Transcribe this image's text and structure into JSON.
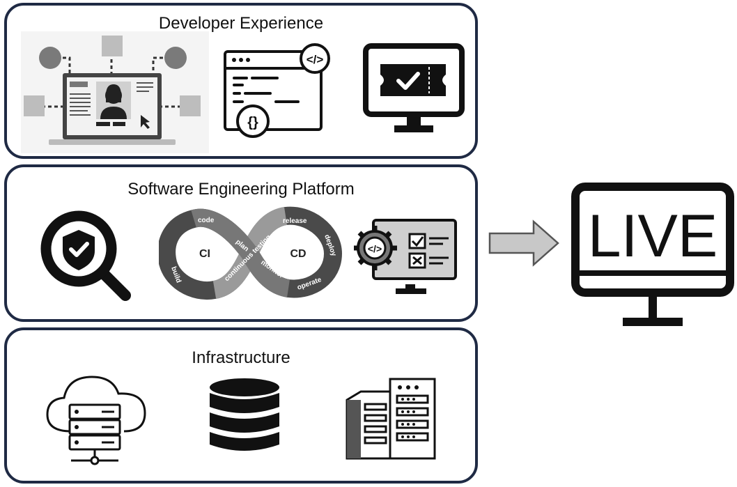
{
  "panels": {
    "developer_experience": {
      "title": "Developer Experience",
      "icons": [
        "developer-portal-icon",
        "code-window-icon",
        "ticket-monitor-icon"
      ]
    },
    "software_engineering_platform": {
      "title": "Software Engineering Platform",
      "icons": [
        "security-search-icon",
        "devops-loop-icon",
        "code-settings-checklist-icon"
      ],
      "devops_loop": {
        "ci": "CI",
        "cd": "CD",
        "stages": {
          "code": "code",
          "build": "build",
          "plan": "plan",
          "continuous_testing": "continuous testing",
          "release": "release",
          "deploy": "deploy",
          "operate": "operate",
          "monitor": "monitor"
        }
      }
    },
    "infrastructure": {
      "title": "Infrastructure",
      "icons": [
        "cloud-server-icon",
        "database-icon",
        "datacenter-building-icon"
      ]
    }
  },
  "arrow": {
    "icon": "right-arrow-icon"
  },
  "live_display": {
    "icon": "live-monitor-icon",
    "text": "LIVE"
  },
  "colors": {
    "panel_border": "#1f2a44",
    "arrow_fill": "#c8c8c8",
    "dark": "#1a1a1a"
  }
}
